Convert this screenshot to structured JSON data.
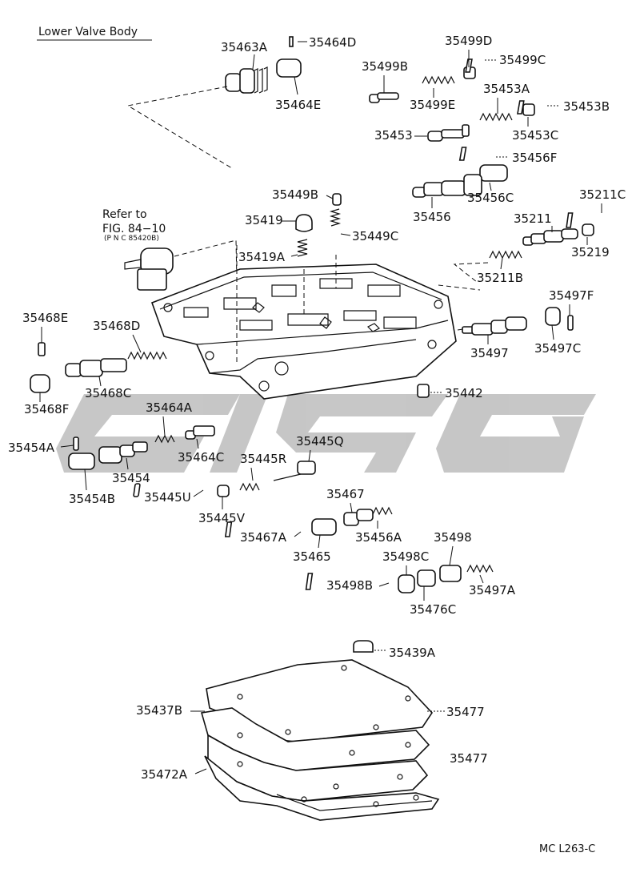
{
  "title": "Lower Valve Body",
  "drawing_code": "MC L263-C",
  "reference_note": {
    "line1": "Refer to",
    "line2": "FIG. 84−10",
    "line3": "(P N C  85420B)"
  },
  "parts": {
    "p35463A": "35463A",
    "p35464D": "35464D",
    "p35464E": "35464E",
    "p35499D": "35499D",
    "p35499B": "35499B",
    "p35499C": "35499C",
    "p35499E": "35499E",
    "p35453A": "35453A",
    "p35453B": "35453B",
    "p35453": "35453",
    "p35453C": "35453C",
    "p35456F": "35456F",
    "p35449B": "35449B",
    "p35456C": "35456C",
    "p35211C": "35211C",
    "p35419": "35419",
    "p35456": "35456",
    "p35211": "35211",
    "p35449C": "35449C",
    "p35219": "35219",
    "p35419A": "35419A",
    "p35211B": "35211B",
    "p35497F": "35497F",
    "p35468E": "35468E",
    "p35468D": "35468D",
    "p35497": "35497",
    "p35497C": "35497C",
    "p35468C": "35468C",
    "p35442": "35442",
    "p35468F": "35468F",
    "p35464A": "35464A",
    "p35445Q": "35445Q",
    "p35454A": "35454A",
    "p35464C": "35464C",
    "p35445R": "35445R",
    "p35454": "35454",
    "p35454B": "35454B",
    "p35445U": "35445U",
    "p35445V": "35445V",
    "p35467": "35467",
    "p35467A": "35467A",
    "p35456A": "35456A",
    "p35498": "35498",
    "p35465": "35465",
    "p35498C": "35498C",
    "p35498B": "35498B",
    "p35497A": "35497A",
    "p35476C": "35476C",
    "p35439A": "35439A",
    "p35437B": "35437B",
    "p35477a": "35477",
    "p35477b": "35477",
    "p35472A": "35472A"
  },
  "colors": {
    "ink": "#111111",
    "watermark": "#bdbdbd",
    "background": "#ffffff"
  }
}
